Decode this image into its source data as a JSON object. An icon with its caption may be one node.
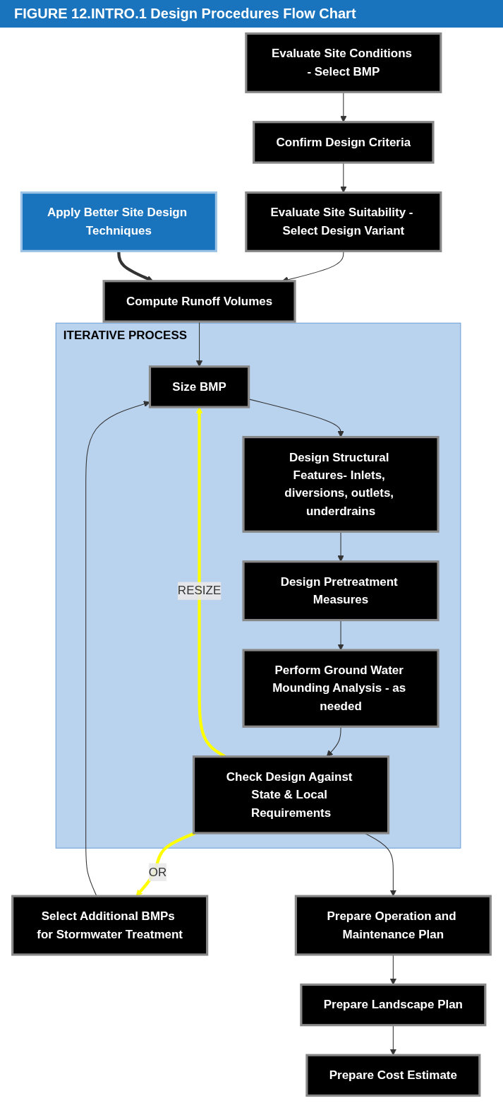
{
  "diagram": {
    "title": "FIGURE 12.INTRO.1 Design Procedures Flow Chart",
    "nodes": [
      {
        "text": [
          "Evaluate Site Conditions - Select BMP"
        ]
      },
      {
        "text": [
          "Confirm Design Criteria"
        ]
      },
      {
        "text": [
          "Evaluate Site Suitability - Select Design Variant"
        ]
      },
      {
        "text": [
          "Apply Better Site Design Techniques"
        ]
      },
      {
        "text": [
          "Compute Runoff Volumes"
        ]
      },
      {
        "text": [
          "ITERATIVE PROCESS"
        ]
      },
      {
        "text": [
          "Size BMP"
        ],
        "in": 5
      },
      {
        "text": [
          "Select Additional BMPs for Stormwater Treatment"
        ]
      },
      {
        "text": [
          "Design Structural Features- Inlets, diversions, outlets, underdrains"
        ],
        "in": 5
      },
      {
        "text": [
          "Design Pretreatment Measures"
        ],
        "in": 5
      },
      {
        "text": [
          "Perform Ground Water Mounding Analysis - as needed"
        ],
        "in": 5
      },
      {
        "text": [
          "Check Design Against State & Local Requirements"
        ],
        "in": 5
      },
      {
        "text": [
          "Prepare Operation and Maintenance Plan"
        ]
      },
      {
        "text": [
          "Prepare Landscape Plan"
        ]
      },
      {
        "text": [
          "Prepare Cost Estimate"
        ]
      }
    ],
    "edges": [
      {
        "from": 0,
        "to": 1,
        "arrow": "to"
      },
      {
        "from": 1,
        "to": 2,
        "arrow": "to"
      },
      {
        "from": 2,
        "to": 4,
        "arrow": "to"
      },
      {
        "from": 3,
        "to": 4,
        "arrow": "to",
        "style": "thick"
      },
      {
        "from": 4,
        "to": 6,
        "arrow": "to"
      },
      {
        "from": 7,
        "to": 6,
        "arrow": "to"
      },
      {
        "from": 6,
        "to": 8,
        "arrow": "to"
      },
      {
        "from": 8,
        "to": 9,
        "arrow": "to"
      },
      {
        "from": 9,
        "to": 10,
        "arrow": "to"
      },
      {
        "from": 10,
        "to": 11,
        "arrow": "to"
      },
      {
        "from": 11,
        "to": 6,
        "arrow": "to",
        "label": "RESIZE",
        "style": "thick",
        "color": "#ffff00"
      },
      {
        "from": 11,
        "to": 7,
        "arrow": "to",
        "label": "OR",
        "style": "thick",
        "color": "#ffff00"
      },
      {
        "from": 11,
        "to": 12,
        "arrow": "to"
      },
      {
        "from": 12,
        "to": 13,
        "arrow": "to"
      },
      {
        "from": 13,
        "to": 14,
        "arrow": "to"
      }
    ]
  }
}
